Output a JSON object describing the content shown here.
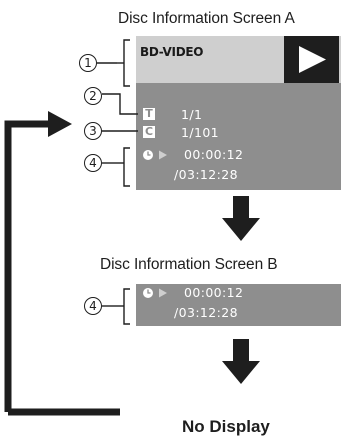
{
  "screen_a": {
    "title": "Disc Information Screen A",
    "disc_type": "BD-VIDEO",
    "play_icon": "play-icon",
    "title_row": {
      "icon_letter": "T",
      "value": "1/1"
    },
    "chapter_row": {
      "icon_letter": "C",
      "value": "1/101"
    },
    "time_row": {
      "elapsed": "00:00:12",
      "total": "/03:12:28"
    }
  },
  "screen_b": {
    "title": "Disc Information Screen B",
    "time_row": {
      "elapsed": "00:00:12",
      "total": "/03:12:28"
    }
  },
  "end_label": "No Display",
  "callouts": {
    "c1": "1",
    "c2": "2",
    "c3": "3",
    "c4": "4",
    "c4b": "4"
  },
  "colors": {
    "panel_dark": "#8e8e8e",
    "panel_light": "#cfcfcf",
    "text_white": "#ffffff",
    "line": "#1e1e1e"
  }
}
